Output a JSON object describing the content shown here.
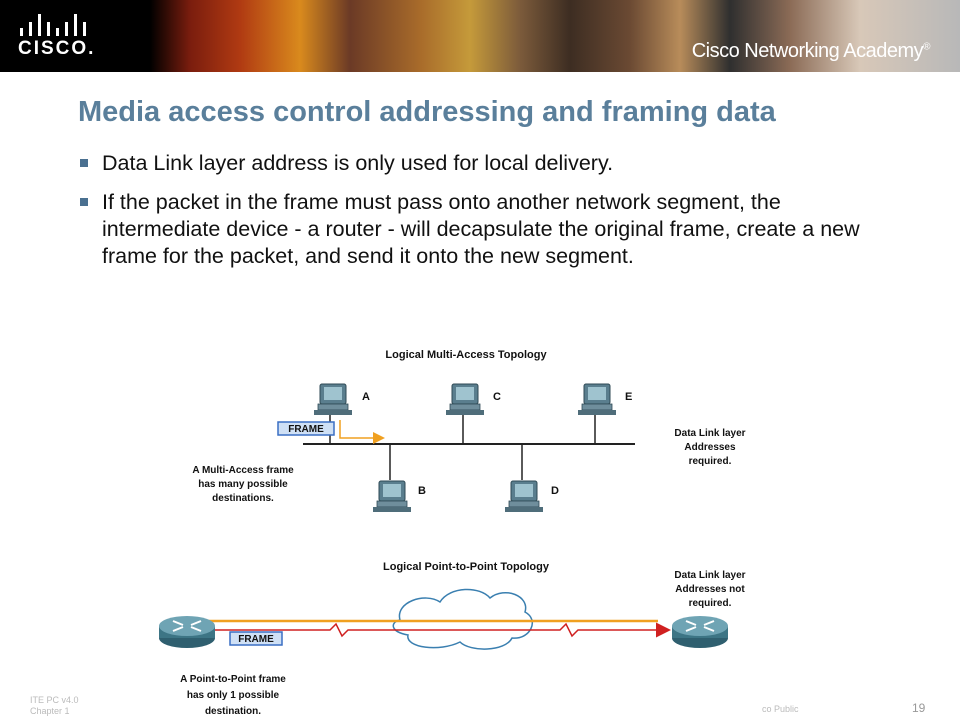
{
  "header": {
    "logo_text": "CISCO.",
    "academy_text": "Cisco Networking Academy",
    "academy_mark": "®"
  },
  "slide": {
    "title": "Media access control addressing and framing data",
    "bullets": [
      "Data Link layer address is only used for local delivery.",
      "If the packet in the frame must pass onto another network segment, the intermediate device - a router - will decapsulate the original frame, create a new frame for the packet, and send it onto the new segment."
    ]
  },
  "diagram": {
    "multi": {
      "heading": "Logical Multi-Access Topology",
      "hosts": [
        "A",
        "C",
        "E",
        "B",
        "D"
      ],
      "frame_label": "FRAME",
      "note_right": [
        "Data Link layer",
        "Addresses",
        "required."
      ],
      "note_left": [
        "A Multi-Access frame",
        "has many possible",
        "destinations."
      ]
    },
    "p2p": {
      "heading": "Logical Point-to-Point Topology",
      "frame_label": "FRAME",
      "note_right": [
        "Data Link layer",
        "Addresses not",
        "required."
      ],
      "note_left": [
        "A Point-to-Point frame",
        "has only 1 possible",
        "destination."
      ]
    },
    "colors": {
      "frame_fill": "#cfe0f5",
      "frame_border": "#3a6fc4",
      "arrow_orange": "#f0a020",
      "link_red": "#d02020"
    }
  },
  "footer": {
    "left_lines": [
      "ITE PC v4.0",
      "Chapter 1"
    ],
    "right_text": "co Public",
    "page_number": "19"
  }
}
